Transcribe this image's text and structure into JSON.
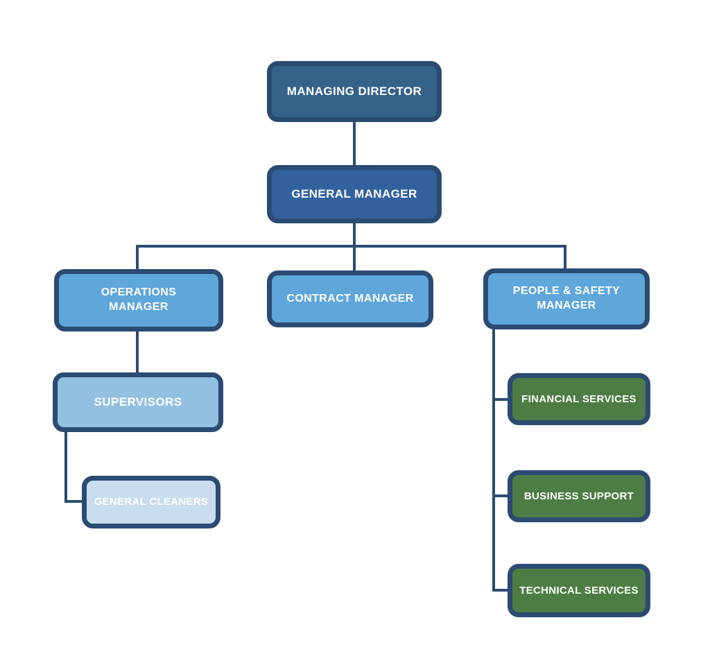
{
  "colors": {
    "background": "#ffffff",
    "line": "#2b4b72",
    "border": "#2b4b72",
    "text": "#ffffff",
    "level1_fill": "#356289",
    "level1b_fill": "#33619e",
    "level2_fill": "#5fa6da",
    "level3_fill": "#92c0e0",
    "level4_fill": "#c8ddee",
    "green_fill": "#4d7d44"
  },
  "nodes": {
    "managing_director": {
      "label": "MANAGING DIRECTOR",
      "fill": "#356289",
      "reports_to": null
    },
    "general_manager": {
      "label": "GENERAL MANAGER",
      "fill": "#33619e",
      "reports_to": "managing_director"
    },
    "operations_manager": {
      "label": "OPERATIONS MANAGER",
      "fill": "#5fa6da",
      "reports_to": "general_manager"
    },
    "contract_manager": {
      "label": "CONTRACT MANAGER",
      "fill": "#5fa6da",
      "reports_to": "general_manager"
    },
    "people_safety_manager": {
      "label": "PEOPLE & SAFETY MANAGER",
      "fill": "#5fa6da",
      "reports_to": "general_manager"
    },
    "supervisors": {
      "label": "SUPERVISORS",
      "fill": "#92c0e0",
      "reports_to": "operations_manager"
    },
    "general_cleaners": {
      "label": "GENERAL CLEANERS",
      "fill": "#c8ddee",
      "reports_to": "supervisors"
    },
    "financial_services": {
      "label": "FINANCIAL SERVICES",
      "fill": "#4d7d44",
      "reports_to": "people_safety_manager"
    },
    "business_support": {
      "label": "BUSINESS SUPPORT",
      "fill": "#4d7d44",
      "reports_to": "people_safety_manager"
    },
    "technical_services": {
      "label": "TECHNICAL SERVICES",
      "fill": "#4d7d44",
      "reports_to": "people_safety_manager"
    }
  }
}
